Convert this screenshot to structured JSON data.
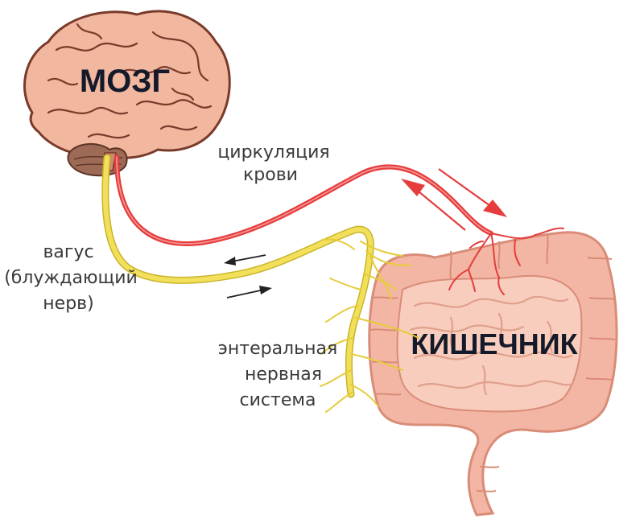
{
  "labels": {
    "brain": "МОЗГ",
    "gut": "КИШЕЧНИК",
    "blood_1": "циркуляция",
    "blood_2": "крови",
    "vagus_1": "вагус",
    "vagus_2": "(блуждающий",
    "vagus_3": "нерв)",
    "ens_1": "энтеральная",
    "ens_2": "нервная",
    "ens_3": "система"
  },
  "colors": {
    "brain": "#f1b79f",
    "brain_stroke": "#7a3a2a",
    "cerebellum": "#9c6a55",
    "gut": "#f4b6a4",
    "gut_stroke": "#d98c78",
    "blood": "#e63c3c",
    "nerve": "#f2df5a",
    "nerve_stroke": "#c9b42c",
    "arrow": "#222222"
  }
}
